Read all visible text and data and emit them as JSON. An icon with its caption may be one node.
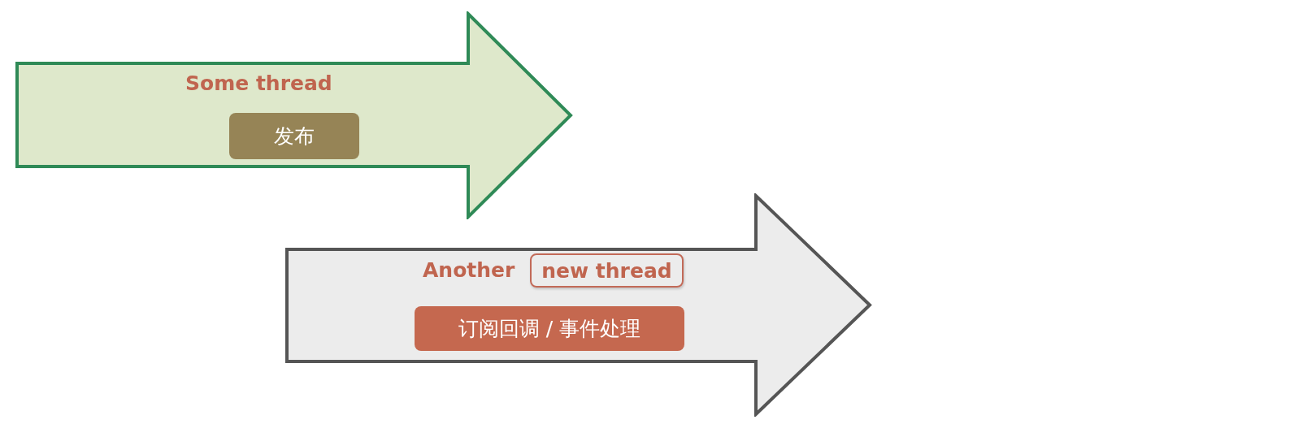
{
  "diagram": {
    "nodes": [
      {
        "text": [
          "Some thread"
        ]
      },
      {
        "text": [
          "发布"
        ],
        "in": 0
      },
      {
        "text": [
          "Another"
        ]
      },
      {
        "text": [
          "new thread"
        ],
        "in": 2
      },
      {
        "text": [
          "订阅回调 / 事件处理"
        ],
        "in": 2
      }
    ],
    "edges": []
  }
}
